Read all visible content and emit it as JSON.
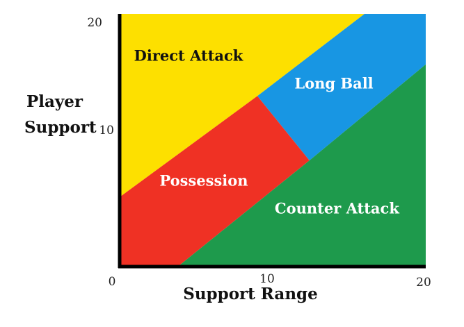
{
  "chart_data": {
    "type": "area",
    "xlabel": "Support Range",
    "ylabel_lines": [
      "Player",
      "Support"
    ],
    "xlim": [
      0,
      20
    ],
    "ylim": [
      0,
      20
    ],
    "x_ticks": [
      "0",
      "10",
      "20"
    ],
    "y_ticks": [
      "10",
      "20"
    ],
    "regions": [
      {
        "name": "Direct Attack",
        "color": "#fde000",
        "label_color": "#111111",
        "polygon": [
          [
            0,
            5.5
          ],
          [
            9,
            13.5
          ],
          [
            16,
            20
          ],
          [
            0,
            20
          ]
        ],
        "label_at": [
          4.5,
          16.3
        ]
      },
      {
        "name": "Long Ball",
        "color": "#1896e3",
        "label_color": "#ffffff",
        "polygon": [
          [
            9,
            13.5
          ],
          [
            16,
            20
          ],
          [
            20,
            20
          ],
          [
            20,
            16
          ],
          [
            12.4,
            8.4
          ]
        ],
        "label_at": [
          14,
          14.1
        ]
      },
      {
        "name": "Possession",
        "color": "#ef3124",
        "label_color": "#ffffff",
        "polygon": [
          [
            0,
            0
          ],
          [
            3.8,
            0
          ],
          [
            12.4,
            8.4
          ],
          [
            9,
            13.5
          ],
          [
            0,
            5.5
          ]
        ],
        "label_at": [
          5.5,
          6.4
        ]
      },
      {
        "name": "Counter Attack",
        "color": "#1e9a4c",
        "label_color": "#ffffff",
        "polygon": [
          [
            3.8,
            0
          ],
          [
            20,
            0
          ],
          [
            20,
            16
          ],
          [
            12.4,
            8.4
          ]
        ],
        "label_at": [
          14.2,
          4.2
        ]
      }
    ]
  }
}
